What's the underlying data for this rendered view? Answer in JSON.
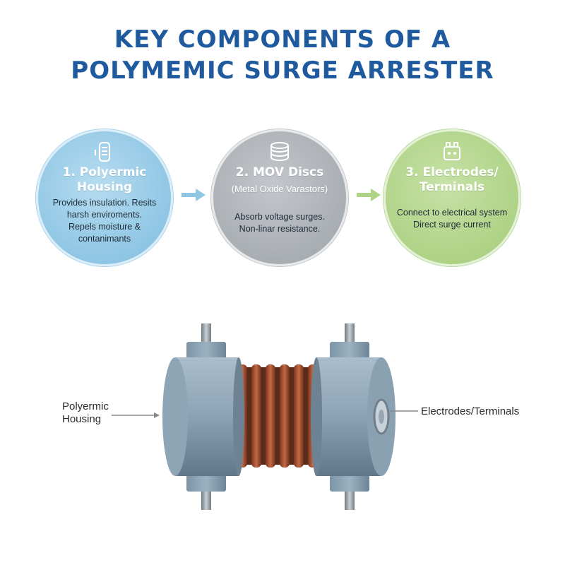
{
  "title": {
    "line1": "KEY COMPONENTS OF A",
    "line2": "POLYMEMIC SURGE ARRESTER"
  },
  "components": [
    {
      "title_line1": "1. Polyermic",
      "title_line2": "Housing",
      "icon": "housing-icon",
      "description": [
        "Provides insulation. Resits",
        "harsh enviroments.",
        "Repels moisture &",
        "contanimants"
      ],
      "color": "#8fc6e4"
    },
    {
      "title_line1": "2. MOV Discs",
      "subtitle": "(Metal Oxide Varastors)",
      "icon": "disc-stack-icon",
      "description": [
        "Absorb voltage surges.",
        "Non-linar resistance."
      ],
      "color": "#a9aeb3"
    },
    {
      "title_line1": "3. Electrodes/",
      "title_line2": "Terminals",
      "icon": "terminal-icon",
      "description": [
        "Connect to electrical system",
        "Direct surge current"
      ],
      "color": "#aed286"
    }
  ],
  "flow_arrows": [
    {
      "icon": "arrow-right-icon",
      "color": "#8fc6e4"
    },
    {
      "icon": "arrow-right-icon",
      "color": "#aed286"
    }
  ],
  "diagram": {
    "left_label_line1": "Polyermic",
    "left_label_line2": "Housing",
    "right_label": "Electrodes/Terminals",
    "housing_color": "#8fa6b8",
    "coil_color": "#b25a3a"
  }
}
